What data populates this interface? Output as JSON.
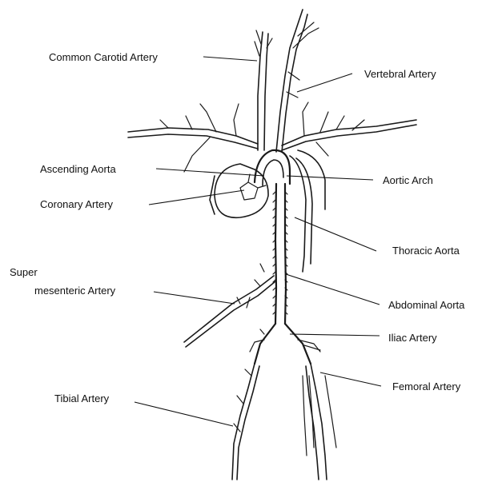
{
  "diagram": {
    "labels": {
      "common_carotid": "Common Carotid Artery",
      "vertebral": "Vertebral Artery",
      "ascending_aorta": "Ascending Aorta",
      "aortic_arch": "Aortic Arch",
      "coronary": "Coronary Artery",
      "thoracic_aorta": "Thoracic Aorta",
      "super_line1": "Super",
      "super_line2": "mesenteric Artery",
      "abdominal_aorta": "Abdominal Aorta",
      "iliac": "Iliac Artery",
      "femoral": "Femoral Artery",
      "tibial": "Tibial Artery"
    },
    "colors": {
      "ink": "#111111",
      "background": "#ffffff"
    }
  }
}
